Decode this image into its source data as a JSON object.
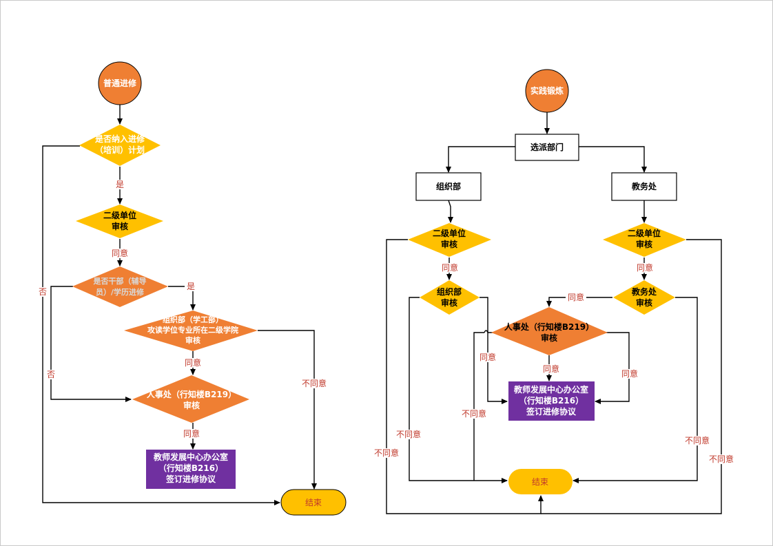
{
  "colors": {
    "circle": "#ef7f33",
    "diamond_yellow": "#ffc000",
    "diamond_orange": "#ef7f33",
    "purple": "#7030a0",
    "terminal": "#ffc000",
    "label_red": "#c0392b",
    "line": "#000000"
  },
  "left": {
    "start": "普通进修",
    "d1_line1": "是否纳入进修",
    "d1_line2": "（培训）计划",
    "d2_line1": "二级单位",
    "d2_line2": "审核",
    "d3_line1": "是否干部（辅导",
    "d3_line2": "员）/学历进修",
    "d4_line1": "组织部（学工部）",
    "d4_line2": "攻读学位专业所在二级学院",
    "d4_line3": "审核",
    "d5_line1": "人事处（行知楼B219）",
    "d5_line2": "审核",
    "box_line1": "教师发展中心办公室",
    "box_line2": "（行知楼B216）",
    "box_line3": "签订进修协议",
    "end": "结束",
    "lbl_yes1": "是",
    "lbl_agree1": "同意",
    "lbl_yes2": "是",
    "lbl_agree2": "同意",
    "lbl_agree3": "同意",
    "lbl_no1": "否",
    "lbl_no2": "否",
    "lbl_disagree": "不同意"
  },
  "right": {
    "start": "实践锻炼",
    "select": "选派部门",
    "org": "组织部",
    "edu": "教务处",
    "dl1_line1": "二级单位",
    "dl1_line2": "审核",
    "dr1_line1": "二级单位",
    "dr1_line2": "审核",
    "dl2_line1": "组织部",
    "dl2_line2": "审核",
    "dr2_line1": "教务处",
    "dr2_line2": "审核",
    "dm_line1": "人事处（行知楼B219）",
    "dm_line2": "审核",
    "box_line1": "教师发展中心办公室",
    "box_line2": "（行知楼B216）",
    "box_line3": "签订进修协议",
    "end": "结束",
    "lbl_agree_l1": "同意",
    "lbl_agree_r1": "同意",
    "lbl_agree_r2": "同意",
    "lbl_agree_l2": "同意",
    "lbl_agree_m": "同意",
    "lbl_agree_rr": "同意",
    "lbl_disagree_m": "不同意",
    "lbl_disagree_l2": "不同意",
    "lbl_disagree_l1": "不同意",
    "lbl_disagree_r2": "不同意",
    "lbl_disagree_r1": "不同意"
  }
}
